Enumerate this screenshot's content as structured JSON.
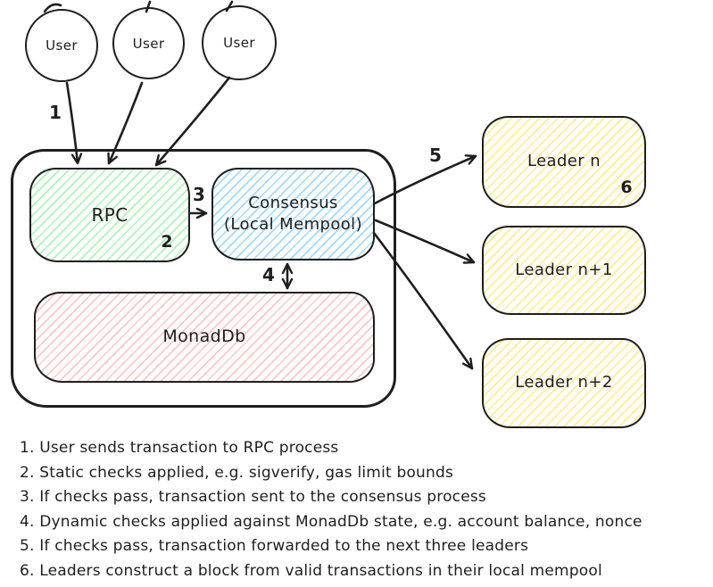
{
  "diagram": {
    "users": [
      "User",
      "User",
      "User"
    ],
    "nodes": {
      "rpc": {
        "label": "RPC"
      },
      "consensus": {
        "label": "Consensus",
        "sublabel": "(Local Mempool)"
      },
      "monaddb": {
        "label": "MonadDb"
      },
      "leader_n": {
        "label": "Leader n"
      },
      "leader_n_plus_1": {
        "label": "Leader n+1"
      },
      "leader_n_plus_2": {
        "label": "Leader n+2"
      }
    },
    "step_markers": [
      "1",
      "2",
      "3",
      "4",
      "5",
      "6"
    ],
    "steps": [
      "1. User sends transaction to RPC process",
      "2. Static checks applied, e.g. sigverify, gas limit bounds",
      "3. If checks pass, transaction sent to the consensus process",
      "4. Dynamic checks applied against MonadDb state, e.g. account balance, nonce",
      "5. If checks pass, transaction forwarded to the next three leaders",
      "6. Leaders construct a block from valid transactions in their local mempool"
    ],
    "colors": {
      "stroke": "#1e1e1e",
      "rpc_hatch": "#b2f2bb",
      "consensus_hatch": "#a5d8ff",
      "monaddb_hatch": "#ffc9c9",
      "leader_hatch": "#ffec99",
      "canvas_background": "#ffffff"
    }
  }
}
